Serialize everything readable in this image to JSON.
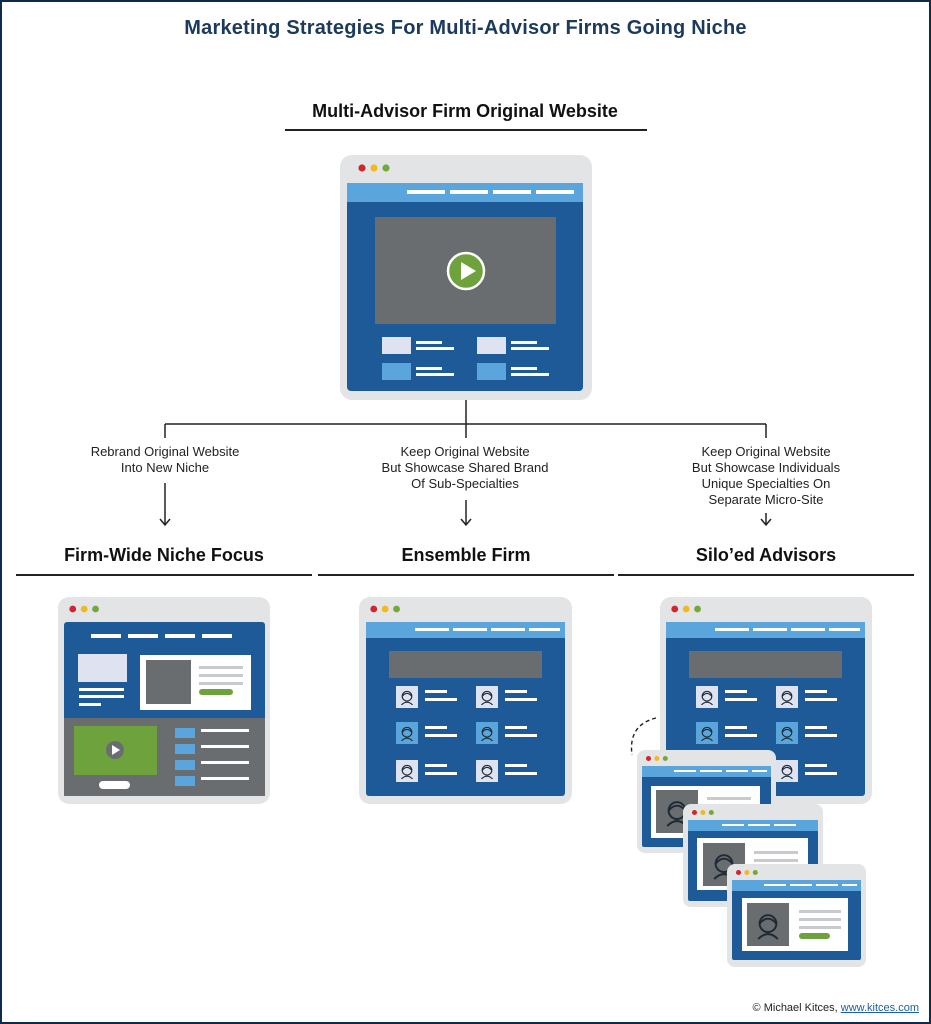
{
  "title": "Marketing Strategies For Multi-Advisor Firms Going Niche",
  "root": {
    "heading": "Multi-Advisor Firm Original Website"
  },
  "branches": [
    {
      "label_lines": [
        "Rebrand Original Website",
        "Into New Niche"
      ],
      "heading": "Firm-Wide Niche Focus"
    },
    {
      "label_lines": [
        "Keep Original Website",
        "But Showcase Shared Brand",
        "Of Sub-Specialties"
      ],
      "heading": "Ensemble Firm"
    },
    {
      "label_lines": [
        "Keep Original Website",
        "But Showcase Individuals",
        "Unique Specialties On",
        "Separate Micro-Site"
      ],
      "heading": "Silo’ed Advisors"
    }
  ],
  "credit": {
    "prefix": "© Michael Kitces,",
    "link": "www.kitces.com"
  },
  "colors": {
    "navy": "#1f5a98",
    "nav_bar": "#5aa6dc",
    "frame_gray": "#e3e4e6",
    "video_gray": "#6a6d70",
    "green": "#6ea23c",
    "dot_red": "#d0262f",
    "dot_yellow": "#f2b820",
    "dot_green": "#74a83c"
  },
  "icons": [
    "play-icon",
    "advisor-face-icon",
    "down-arrow-icon"
  ]
}
